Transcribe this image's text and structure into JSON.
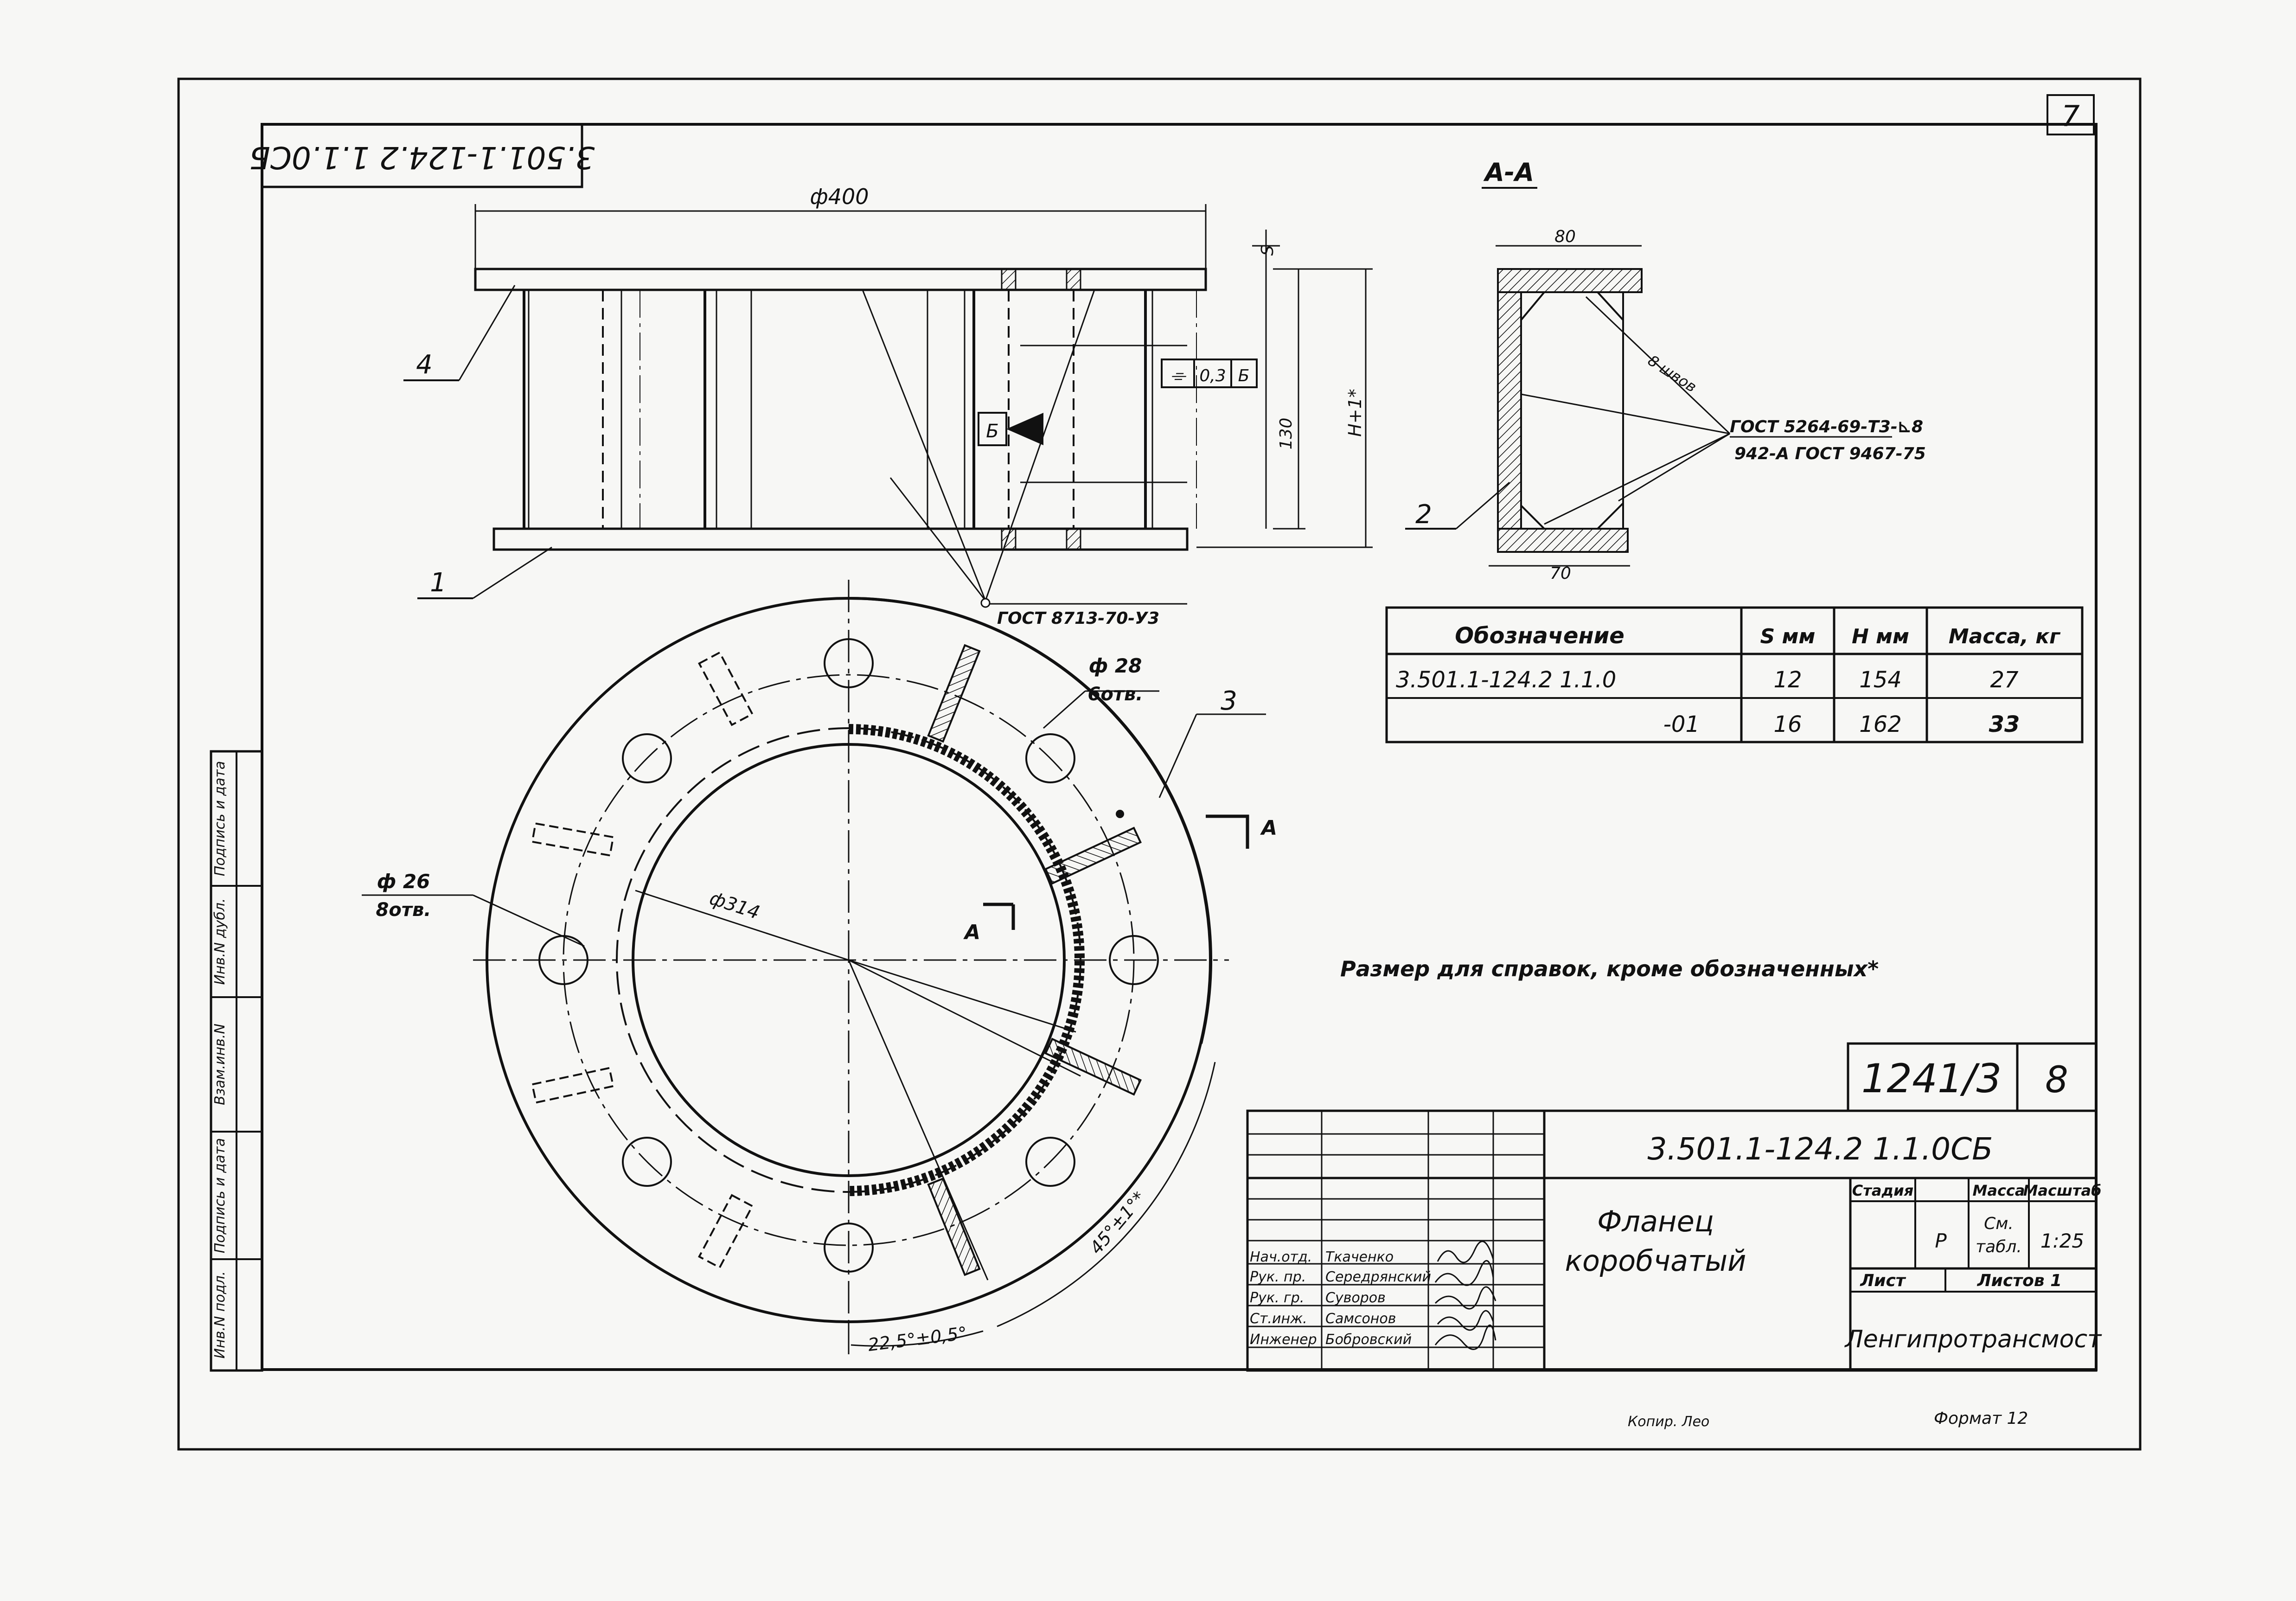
{
  "sheet": {
    "sheet_no": "7",
    "rotated_code": "3.501.1-124.2 1.1.0СБ",
    "section_title": "А-А",
    "note": "Размер для справок, кроме обозначенных*",
    "copy": "Копир. Лео",
    "format": "Формат 12"
  },
  "front_view": {
    "dia_400": "ф400",
    "dim_s": "S",
    "dim_130": "130",
    "dim_h": "Н+1*",
    "tol_frame": [
      "⌯",
      "0,3",
      "Б"
    ],
    "datum": "Б",
    "pos_4": "4",
    "pos_1": "1",
    "gost_weld": "ГОСТ 8713-70-У3"
  },
  "section": {
    "w_top": "80",
    "w_bot": "70",
    "weld_count": "8 швов",
    "gost_1": "ГОСТ 5264-69-Т3-⊾8",
    "gost_2": "942-А ГОСТ 9467-75",
    "pos_2": "2"
  },
  "plan_view": {
    "holes_a": "ф 28",
    "holes_a_n": "6отв.",
    "holes_b": "ф 26",
    "holes_b_n": "8отв.",
    "dia_314": "ф314",
    "pos_3": "3",
    "cut": "А",
    "ang_1": "45°±1°*",
    "ang_2": "22,5°±0,5°"
  },
  "spec_table": {
    "headers": [
      "Обозначение",
      "S мм",
      "H мм",
      "Масса, кг"
    ],
    "rows": [
      [
        "3.501.1-124.2 1.1.0",
        "12",
        "154",
        "27"
      ],
      [
        "-01",
        "16",
        "162",
        "33"
      ]
    ]
  },
  "title_block": {
    "album": "1241/3",
    "page": "8",
    "code": "3.501.1-124.2 1.1.0СБ",
    "name_1": "Фланец",
    "name_2": "коробчатый",
    "stage_h": "Стадия",
    "mass_h": "Масса",
    "scale_h": "Масштаб",
    "stage": "Р",
    "mass_1": "См.",
    "mass_2": "табл.",
    "scale": "1:25",
    "sheet_l": "Лист",
    "sheets_l": "Листов 1",
    "org": "Ленгипротрансмост",
    "roles": [
      "Нач.отд.",
      "Рук. пр.",
      "Рук. гр.",
      "Ст.инж.",
      "Инженер"
    ],
    "names": [
      "Ткаченко",
      "Середрянский",
      "Суворов",
      "Самсонов",
      "Бобровский"
    ]
  },
  "side_strip": [
    "Инв.N подл.",
    "Подпись и дата",
    "Взам.инв.N",
    "Инв.N дубл.",
    "Подпись и дата"
  ]
}
